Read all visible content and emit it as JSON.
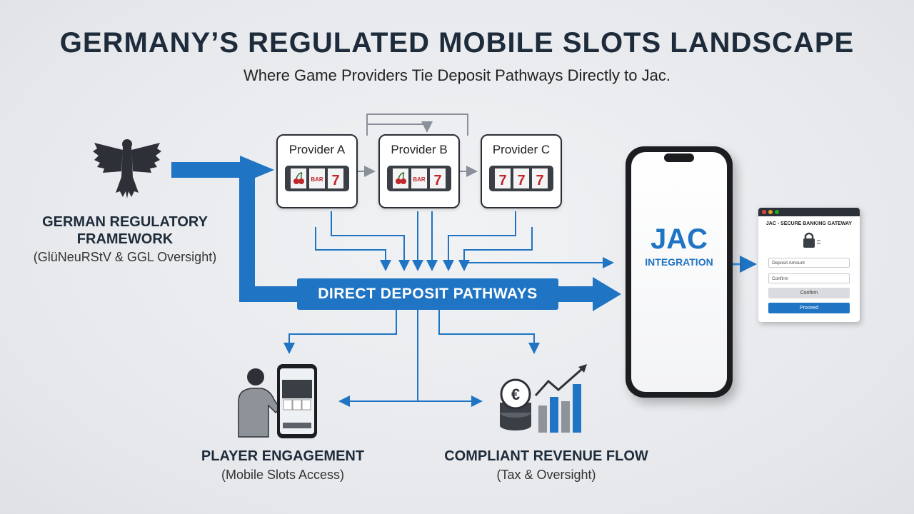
{
  "header": {
    "title": "GERMANY’S REGULATED MOBILE SLOTS LANDSCAPE",
    "subtitle": "Where Game Providers Tie Deposit Pathways Directly to Jac."
  },
  "regulator": {
    "title_line1": "GERMAN REGULATORY",
    "title_line2": "FRAMEWORK",
    "subtitle": "(GlüNeuRStV & GGL Oversight)",
    "icon": "eagle-icon"
  },
  "providers": [
    {
      "name": "Provider A",
      "reels": [
        "🍒",
        "BAR",
        "7"
      ]
    },
    {
      "name": "Provider B",
      "reels": [
        "🍒",
        "BAR",
        "7"
      ]
    },
    {
      "name": "Provider C",
      "reels": [
        "7",
        "7",
        "7"
      ]
    }
  ],
  "pathway": {
    "label": "DIRECT DEPOSIT PATHWAYS"
  },
  "jac": {
    "title": "JAC",
    "subtitle": "INTEGRATION"
  },
  "gateway": {
    "title": "JAC - SECURE BANKING GATEWAY",
    "deposit_placeholder": "Deposit Amount",
    "confirm_placeholder": "Confirm",
    "confirm_button": "Confirm",
    "proceed_button": "Proceed"
  },
  "player": {
    "title": "PLAYER ENGAGEMENT",
    "subtitle": "(Mobile Slots Access)"
  },
  "revenue": {
    "title": "COMPLIANT REVENUE FLOW",
    "subtitle": "(Tax & Oversight)"
  },
  "colors": {
    "accent": "#1f74c4",
    "dark": "#1d2b3a",
    "arrow_gray": "#8a9099"
  }
}
